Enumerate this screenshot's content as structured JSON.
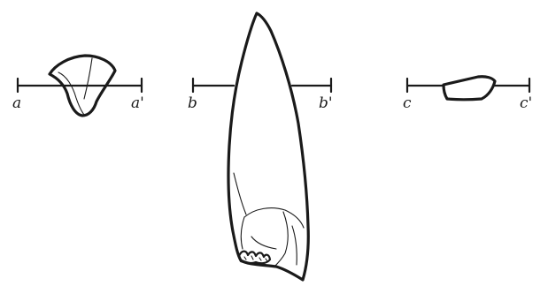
{
  "labels": {
    "a": "a",
    "a_prime": "a'",
    "b": "b",
    "b_prime": "b'",
    "c": "c",
    "c_prime": "c'"
  }
}
